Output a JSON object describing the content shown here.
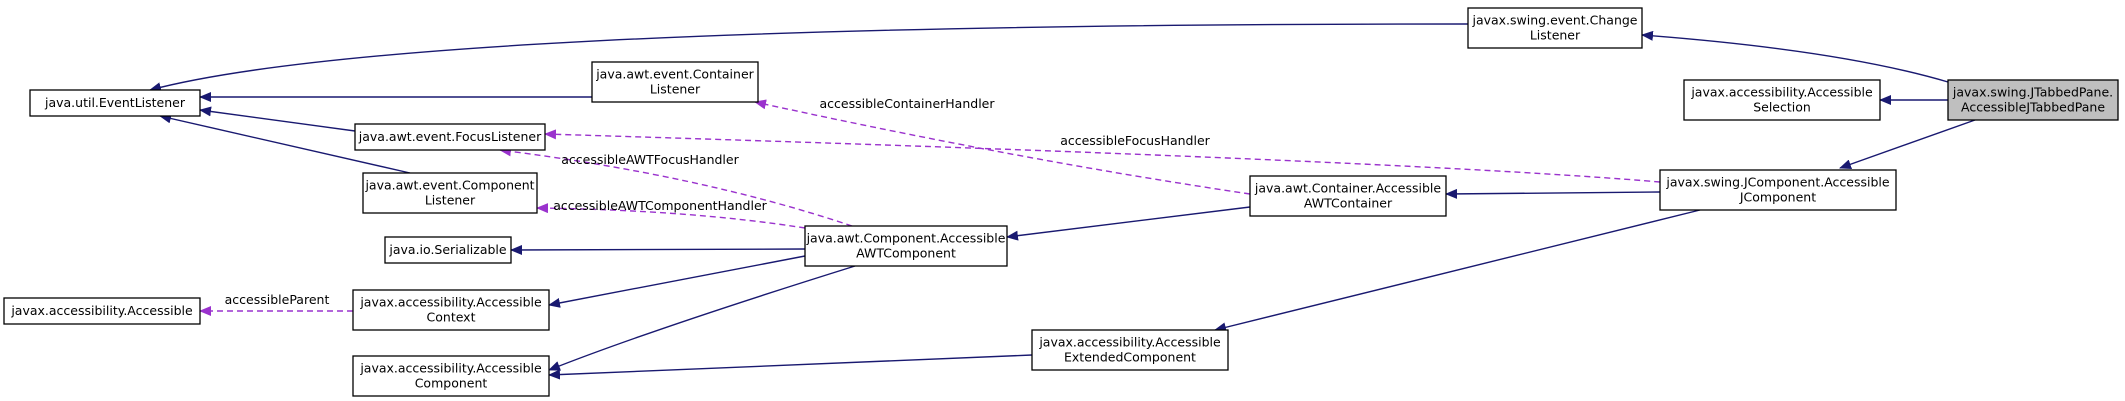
{
  "diagram": {
    "colors": {
      "inheritance": "#191970",
      "usage": "#9a32cd",
      "highlight_fill": "#bfbfbf"
    },
    "nodes": [
      {
        "id": "jtabbed",
        "lines": [
          "javax.swing.JTabbedPane.",
          "AccessibleJTabbedPane"
        ],
        "highlight": true
      },
      {
        "id": "changelistener",
        "lines": [
          "javax.swing.event.Change",
          "Listener"
        ]
      },
      {
        "id": "eventlistener",
        "lines": [
          "java.util.EventListener"
        ]
      },
      {
        "id": "containerlistener",
        "lines": [
          "java.awt.event.Container",
          "Listener"
        ]
      },
      {
        "id": "focuslistener",
        "lines": [
          "java.awt.event.FocusListener"
        ]
      },
      {
        "id": "componentlistener",
        "lines": [
          "java.awt.event.Component",
          "Listener"
        ]
      },
      {
        "id": "serializable",
        "lines": [
          "java.io.Serializable"
        ]
      },
      {
        "id": "accessible",
        "lines": [
          "javax.accessibility.Accessible"
        ]
      },
      {
        "id": "accessiblecontext",
        "lines": [
          "javax.accessibility.Accessible",
          "Context"
        ]
      },
      {
        "id": "accessiblecomponent",
        "lines": [
          "javax.accessibility.Accessible",
          "Component"
        ]
      },
      {
        "id": "awtcomponent",
        "lines": [
          "java.awt.Component.Accessible",
          "AWTComponent"
        ]
      },
      {
        "id": "awtcontainer",
        "lines": [
          "java.awt.Container.Accessible",
          "AWTContainer"
        ]
      },
      {
        "id": "jcomponent",
        "lines": [
          "javax.swing.JComponent.Accessible",
          "JComponent"
        ]
      },
      {
        "id": "accessibleselection",
        "lines": [
          "javax.accessibility.Accessible",
          "Selection"
        ]
      },
      {
        "id": "extendedcomponent",
        "lines": [
          "javax.accessibility.Accessible",
          "ExtendedComponent"
        ]
      }
    ],
    "edges": [
      {
        "id": "e1",
        "from": "jtabbed",
        "to": "changelistener",
        "kind": "inheritance",
        "label": ""
      },
      {
        "id": "e2",
        "from": "jtabbed",
        "to": "accessibleselection",
        "kind": "inheritance",
        "label": ""
      },
      {
        "id": "e3",
        "from": "jtabbed",
        "to": "jcomponent",
        "kind": "inheritance",
        "label": ""
      },
      {
        "id": "e4",
        "from": "changelistener",
        "to": "eventlistener",
        "kind": "inheritance",
        "label": ""
      },
      {
        "id": "e5",
        "from": "containerlistener",
        "to": "eventlistener",
        "kind": "inheritance",
        "label": ""
      },
      {
        "id": "e6",
        "from": "focuslistener",
        "to": "eventlistener",
        "kind": "inheritance",
        "label": ""
      },
      {
        "id": "e7",
        "from": "componentlistener",
        "to": "eventlistener",
        "kind": "inheritance",
        "label": ""
      },
      {
        "id": "e8",
        "from": "jcomponent",
        "to": "awtcontainer",
        "kind": "inheritance",
        "label": ""
      },
      {
        "id": "e9",
        "from": "jcomponent",
        "to": "extendedcomponent",
        "kind": "inheritance",
        "label": ""
      },
      {
        "id": "e10",
        "from": "awtcontainer",
        "to": "awtcomponent",
        "kind": "inheritance",
        "label": ""
      },
      {
        "id": "e11",
        "from": "awtcomponent",
        "to": "serializable",
        "kind": "inheritance",
        "label": ""
      },
      {
        "id": "e12",
        "from": "awtcomponent",
        "to": "accessiblecontext",
        "kind": "inheritance",
        "label": ""
      },
      {
        "id": "e13",
        "from": "awtcomponent",
        "to": "accessiblecomponent",
        "kind": "inheritance",
        "label": ""
      },
      {
        "id": "e14",
        "from": "extendedcomponent",
        "to": "accessiblecomponent",
        "kind": "inheritance",
        "label": ""
      },
      {
        "id": "e15",
        "from": "awtcontainer",
        "to": "containerlistener",
        "kind": "usage",
        "label": "accessibleContainerHandler"
      },
      {
        "id": "e16",
        "from": "jcomponent",
        "to": "focuslistener",
        "kind": "usage",
        "label": "accessibleFocusHandler"
      },
      {
        "id": "e17",
        "from": "awtcomponent",
        "to": "focuslistener",
        "kind": "usage",
        "label": "accessibleAWTFocusHandler"
      },
      {
        "id": "e18",
        "from": "awtcomponent",
        "to": "componentlistener",
        "kind": "usage",
        "label": "accessibleAWTComponentHandler"
      },
      {
        "id": "e19",
        "from": "accessiblecontext",
        "to": "accessible",
        "kind": "usage",
        "label": "accessibleParent"
      }
    ]
  }
}
